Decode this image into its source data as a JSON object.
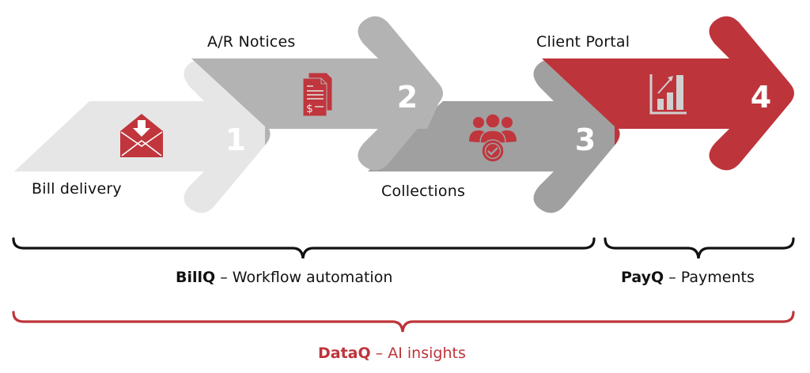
{
  "diagram": {
    "title": "",
    "steps": [
      {
        "number": "1",
        "label": "Bill delivery",
        "icon": "envelope-download-icon",
        "color": "#e6e6e6",
        "number_color": "#ffffff"
      },
      {
        "number": "2",
        "label": "A/R Notices",
        "icon": "invoice-documents-icon",
        "color": "#b3b3b3",
        "number_color": "#ffffff"
      },
      {
        "number": "3",
        "label": "Collections",
        "icon": "group-check-icon",
        "color": "#a0a0a0",
        "number_color": "#ffffff"
      },
      {
        "number": "4",
        "label": "Client Portal",
        "icon": "bar-chart-growth-icon",
        "color": "#be343b",
        "number_color": "#ffffff"
      }
    ],
    "icon_color": "#c0363c",
    "groups": [
      {
        "product": "BillQ",
        "separator": " – ",
        "description": "Workflow automation",
        "spans_steps": [
          "1",
          "2",
          "3"
        ],
        "color": "#111111"
      },
      {
        "product": "PayQ",
        "separator": " – ",
        "description": "Payments",
        "spans_steps": [
          "4"
        ],
        "color": "#111111"
      },
      {
        "product": "DataQ",
        "separator": " – ",
        "description": "AI insights",
        "spans_steps": [
          "1",
          "2",
          "3",
          "4"
        ],
        "color": "#be343b"
      }
    ]
  }
}
